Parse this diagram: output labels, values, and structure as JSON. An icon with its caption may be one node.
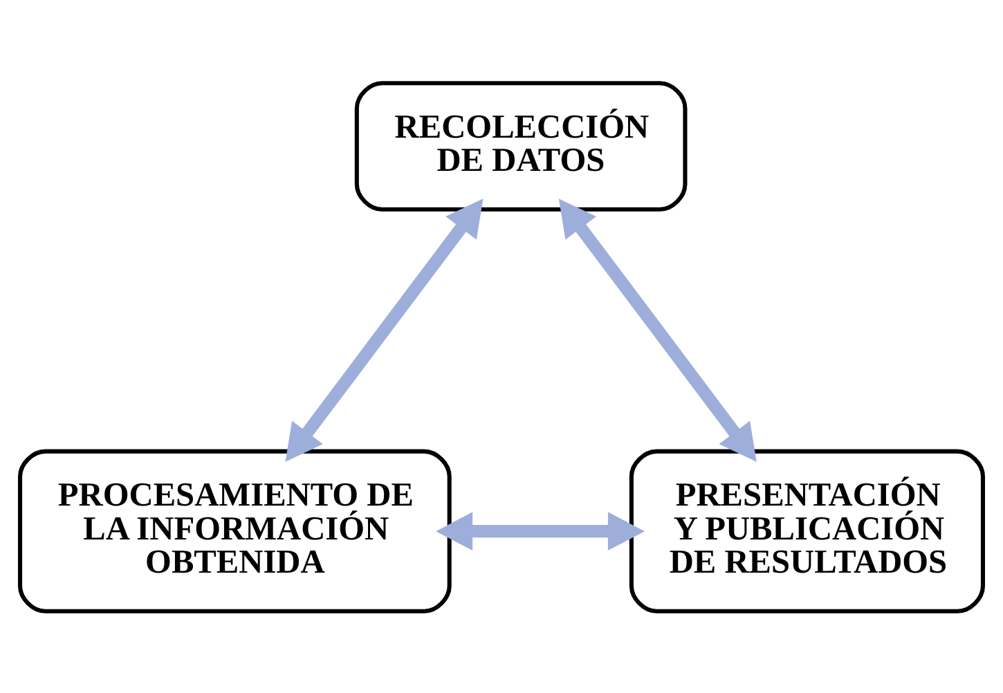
{
  "diagram": {
    "nodes": [
      {
        "text": [
          "RECOLECCIÓN DE DATOS"
        ]
      },
      {
        "text": [
          "PROCESAMIENTO DE LA INFORMACIÓN OBTENIDA"
        ]
      },
      {
        "text": [
          "PRESENTACIÓN Y PUBLICACIÓN DE RESULTADOS"
        ]
      }
    ],
    "edges": [
      {
        "from": 0,
        "to": 1,
        "arrow": "both"
      },
      {
        "from": 0,
        "to": 2,
        "arrow": "both"
      },
      {
        "from": 1,
        "to": 2,
        "arrow": "both"
      }
    ]
  }
}
